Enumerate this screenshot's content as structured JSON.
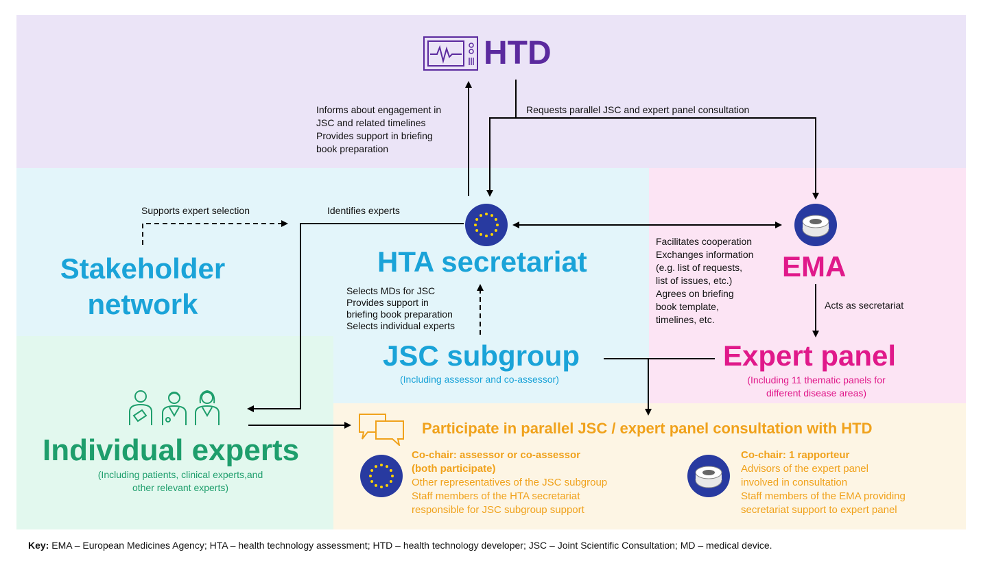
{
  "colors": {
    "purple": "#5b2a9e",
    "cyan": "#1aa3d8",
    "magenta": "#e0198a",
    "green": "#1e9e6c",
    "orange": "#f0a21c",
    "eu_blue": "#283aa0"
  },
  "htd": {
    "title": "HTD",
    "icon": "monitor-heartbeat-icon"
  },
  "hta": {
    "title": "HTA secretariat",
    "icon": "eu-flag-icon"
  },
  "ema": {
    "title": "EMA",
    "icon": "ema-logo-icon"
  },
  "stakeholder": {
    "line1": "Stakeholder",
    "line2": "network"
  },
  "jsc": {
    "title": "JSC subgroup",
    "subtitle": "(Including assessor and co-assessor)"
  },
  "expert_panel": {
    "title": "Expert panel",
    "sub1": "(Including 11 thematic panels for",
    "sub2": "different disease areas)"
  },
  "individual": {
    "title": "Individual experts",
    "sub1": "(Including patients, clinical experts,and",
    "sub2": "other relevant experts)",
    "icon": "people-group-icon"
  },
  "labels": {
    "informs": [
      "Informs about engagement in",
      "JSC and related timelines",
      "Provides support in briefing",
      "book preparation"
    ],
    "requests": "Requests parallel JSC and expert panel consultation",
    "supports_selection": "Supports expert selection",
    "identifies": "Identifies experts",
    "facilitates": [
      "Facilitates cooperation",
      "Exchanges information",
      "(e.g. list of requests,",
      "list of issues, etc.)",
      "Agrees on briefing",
      "book template,",
      "timelines, etc."
    ],
    "selects": [
      "Selects MDs for JSC",
      "Provides support in",
      "briefing book preparation",
      "Selects individual experts"
    ],
    "acts": "Acts as secretariat"
  },
  "participate": {
    "title": "Participate in parallel JSC / expert panel consultation with HTD",
    "icon": "chat-bubbles-icon",
    "left": {
      "bold1": "Co-chair: assessor or co-assessor",
      "bold2": "(both participate)",
      "lines": [
        "Other representatives of the JSC subgroup",
        "Staff members of the HTA secretariat",
        "responsible for JSC subgroup support"
      ]
    },
    "right": {
      "bold1": "Co-chair: 1 rapporteur",
      "lines": [
        "Advisors of the expert panel",
        "involved in consultation",
        "Staff members of the EMA providing",
        "secretariat support to expert panel"
      ]
    }
  },
  "key": {
    "label": "Key:",
    "text": " EMA – European Medicines Agency; HTA – health technology assessment; HTD – health technology developer; JSC – Joint Scientific Consultation; MD – medical device."
  }
}
